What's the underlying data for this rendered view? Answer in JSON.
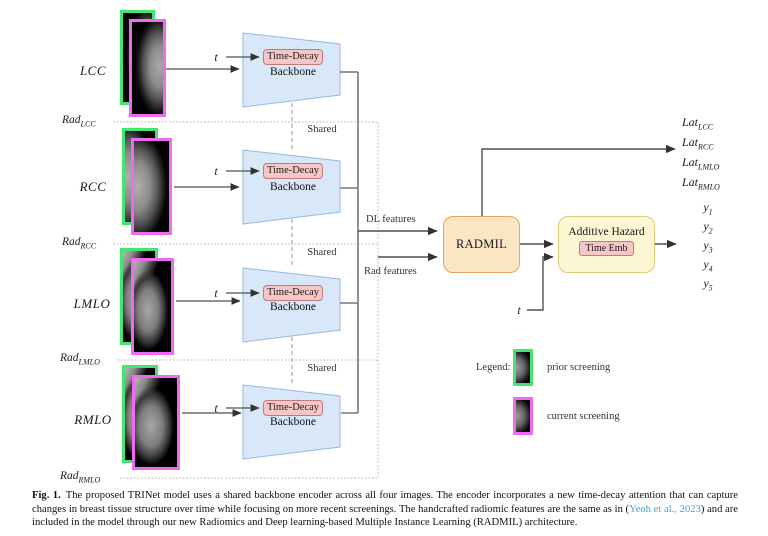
{
  "colors": {
    "prior_screening_border": "#44e673",
    "current_screening_border": "#ee6af0",
    "backbone_fill": "#d9e8f8",
    "backbone_border": "#96b9de",
    "time_decay_fill": "#f7c6c6",
    "time_decay_border": "#c07a7a",
    "radmil_fill": "#fbe5c3",
    "radmil_border": "#dfa763",
    "hazard_fill": "#fcf6d3",
    "hazard_border": "#ddc976",
    "citation_link": "#4aa3d8"
  },
  "diagram": {
    "rows": [
      {
        "view": "LCC",
        "rad_base": "Rad",
        "rad_sub": "LCC",
        "t": "t",
        "time_decay": "Time-Decay",
        "backbone": "Backbone"
      },
      {
        "view": "RCC",
        "rad_base": "Rad",
        "rad_sub": "RCC",
        "t": "t",
        "time_decay": "Time-Decay",
        "backbone": "Backbone"
      },
      {
        "view": "LMLO",
        "rad_base": "Rad",
        "rad_sub": "LMLO",
        "t": "t",
        "time_decay": "Time-Decay",
        "backbone": "Backbone"
      },
      {
        "view": "RMLO",
        "rad_base": "Rad",
        "rad_sub": "RMLO",
        "t": "t",
        "time_decay": "Time-Decay",
        "backbone": "Backbone"
      }
    ],
    "shared_labels": [
      "Shared",
      "Shared",
      "Shared"
    ],
    "dl_features_label": "DL features",
    "rad_features_label": "Rad features",
    "radmil_label": "RADMIL",
    "additive_hazard_label": "Additive Hazard",
    "time_emb_label": "Time Emb",
    "hazard_time_input": "t",
    "lat_outputs": [
      {
        "base": "Lat",
        "sub": "LCC"
      },
      {
        "base": "Lat",
        "sub": "RCC"
      },
      {
        "base": "Lat",
        "sub": "LMLO"
      },
      {
        "base": "Lat",
        "sub": "RMLO"
      }
    ],
    "y_outputs": [
      {
        "base": "y",
        "sub": "1"
      },
      {
        "base": "y",
        "sub": "2"
      },
      {
        "base": "y",
        "sub": "3"
      },
      {
        "base": "y",
        "sub": "4"
      },
      {
        "base": "y",
        "sub": "5"
      }
    ],
    "legend": {
      "title": "Legend:",
      "prior_label": "prior screening",
      "current_label": "current screening"
    }
  },
  "caption": {
    "label": "Fig. 1.",
    "text_before_link": "The proposed TRINet model uses a shared backbone encoder across all four images. The encoder incorporates a new time-decay attention that can capture changes in breast tissue structure over time while focusing on more recent screenings. The handcrafted radiomic features are the same as in (",
    "link_text": "Yeoh et al., 2023",
    "text_after_link": ") and are included in the model through our new Radiomics and Deep learning-based Multiple Instance Learning (RADMIL) architecture."
  }
}
